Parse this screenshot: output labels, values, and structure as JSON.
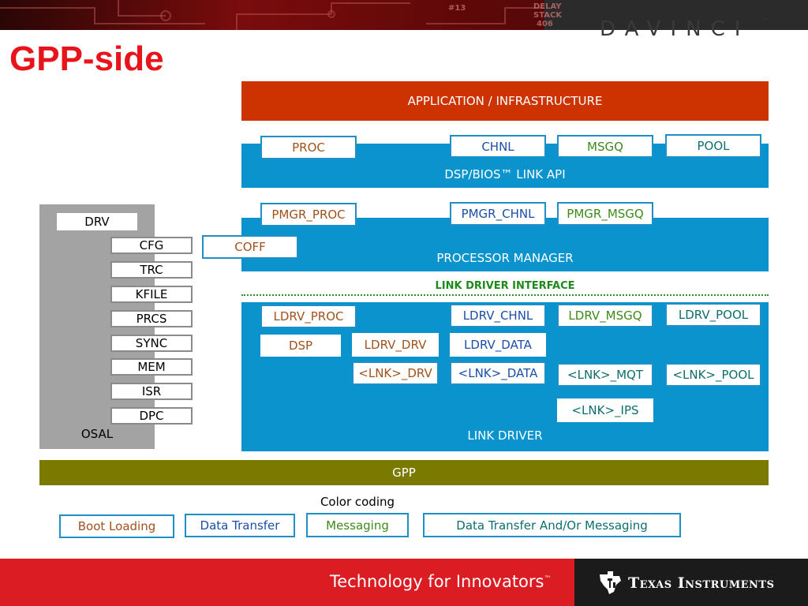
{
  "header": {
    "brand": "DAVINCI",
    "brand_tm": "™",
    "stencil_lines": [
      "DELAY",
      "STACK",
      "406"
    ],
    "stencil_left": "#13"
  },
  "title": "GPP-side",
  "layers": {
    "application": "APPLICATION / INFRASTRUCTURE",
    "api": "DSP/BIOS™ LINK API",
    "processor_manager": "PROCESSOR MANAGER",
    "link_driver_interface": "LINK DRIVER INTERFACE",
    "link_driver": "LINK DRIVER",
    "gpp": "GPP",
    "osal": "OSAL"
  },
  "api_modules": {
    "proc": "PROC",
    "chnl": "CHNL",
    "msgq": "MSGQ",
    "pool": "POOL"
  },
  "pm_modules": {
    "pmgr_proc": "PMGR_PROC",
    "pmgr_chnl": "PMGR_CHNL",
    "pmgr_msgq": "PMGR_MSGQ",
    "coff": "COFF"
  },
  "ld_modules": {
    "ldrv_proc": "LDRV_PROC",
    "ldrv_chnl": "LDRV_CHNL",
    "ldrv_msgq": "LDRV_MSGQ",
    "ldrv_pool": "LDRV_POOL",
    "dsp": "DSP",
    "ldrv_drv": "LDRV_DRV",
    "ldrv_data": "LDRV_DATA",
    "lnk_drv": "<LNK>_DRV",
    "lnk_data": "<LNK>_DATA",
    "lnk_mqt": "<LNK>_MQT",
    "lnk_pool": "<LNK>_POOL",
    "lnk_ips": "<LNK>_IPS"
  },
  "osal_modules": {
    "drv": "DRV",
    "items": [
      "CFG",
      "TRC",
      "KFILE",
      "PRCS",
      "SYNC",
      "MEM",
      "ISR",
      "DPC"
    ]
  },
  "legend": {
    "title": "Color coding",
    "items": [
      "Boot Loading",
      "Data Transfer",
      "Messaging",
      "Data Transfer And/Or Messaging"
    ]
  },
  "colors": {
    "boot_loading": "#a0521c",
    "data_transfer": "#1b4fa8",
    "messaging": "#3d8a1a",
    "data_and_or_messaging": "#0d6e6e",
    "layer_blue": "#0a93cc",
    "application": "#cc3300",
    "gpp": "#7a7a00",
    "title_red": "#e8141b"
  },
  "footer": {
    "tagline": "Technology for Innovators",
    "tagline_tm": "™",
    "company": "Texas Instruments",
    "logo_icon": "texas-instruments-logo-icon"
  }
}
